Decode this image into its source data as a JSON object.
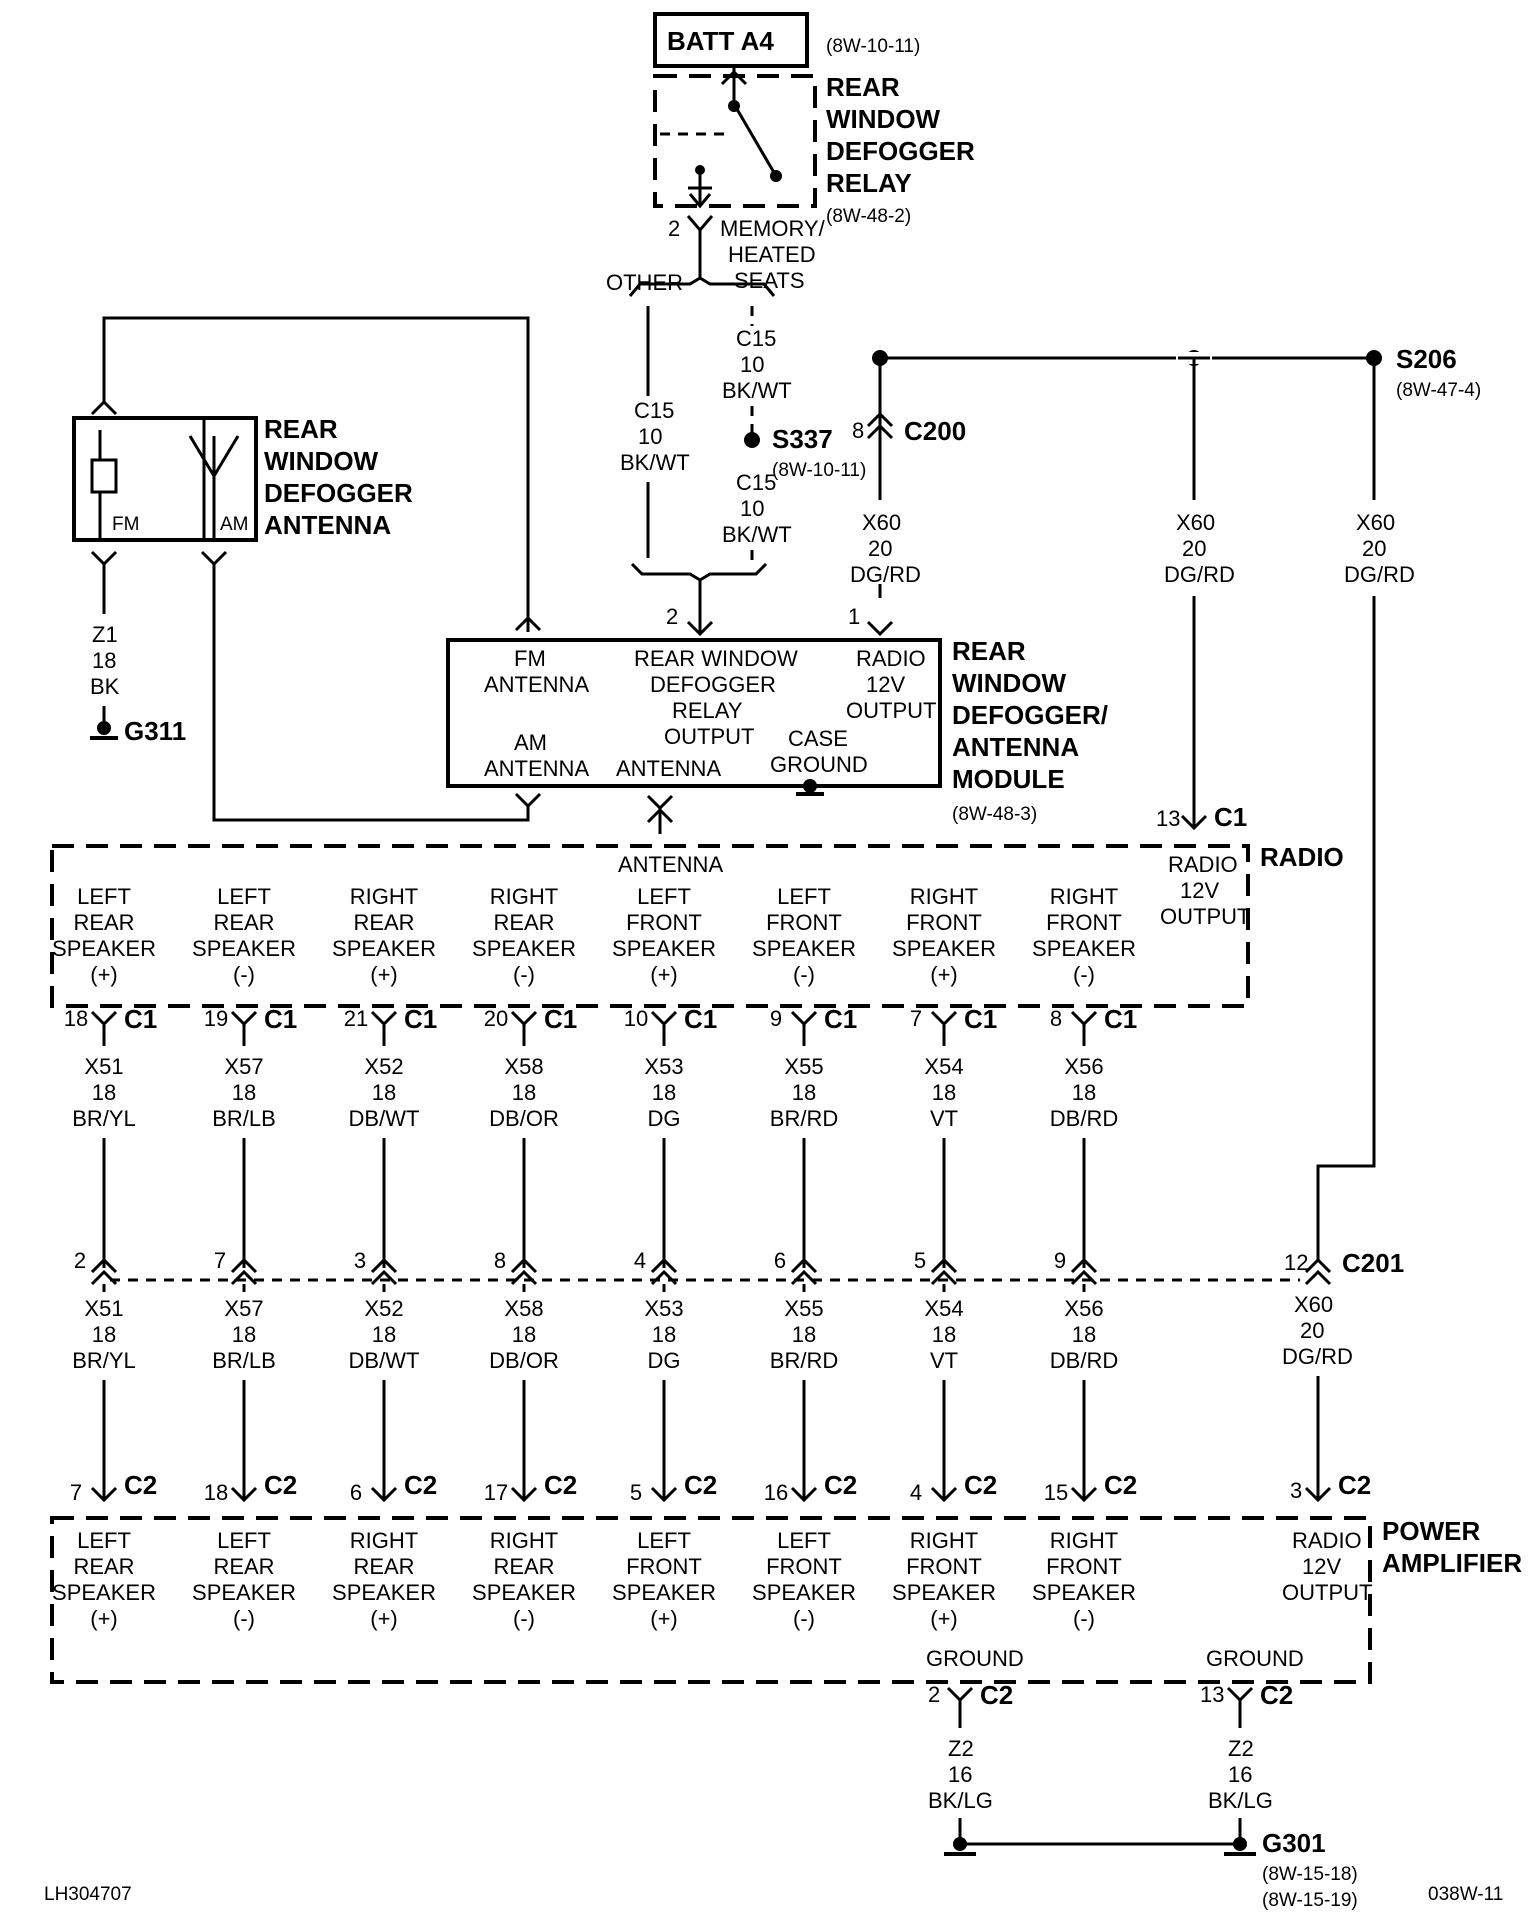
{
  "title_top": {
    "batt": "BATT A4",
    "batt_ref": "(8W-10-11)"
  },
  "relay": {
    "lines": [
      "REAR",
      "WINDOW",
      "DEFOGGER",
      "RELAY"
    ],
    "ref": "(8W-48-2)",
    "pin": "2"
  },
  "branch": {
    "other": "OTHER",
    "memory": [
      "MEMORY/",
      "HEATED",
      "SEATS"
    ]
  },
  "wires": {
    "c15_left": [
      "C15",
      "10",
      "BK/WT"
    ],
    "c15_top": [
      "C15",
      "10",
      "BK/WT"
    ],
    "c15_bot": [
      "C15",
      "10",
      "BK/WT"
    ],
    "x60": [
      "X60",
      "20",
      "DG/RD"
    ],
    "z1": [
      "Z1",
      "18",
      "BK"
    ],
    "z2": [
      "Z2",
      "16",
      "BK/LG"
    ]
  },
  "splices": {
    "s337": "S337",
    "s337_ref": "(8W-10-11)",
    "s206": "S206",
    "s206_ref": "(8W-47-4)"
  },
  "connectors": {
    "c200": "C200",
    "c200_pin": "8",
    "c1": "C1",
    "c2": "C2",
    "c201": "C201"
  },
  "antenna": {
    "lines": [
      "REAR",
      "WINDOW",
      "DEFOGGER",
      "ANTENNA"
    ],
    "fm": "FM",
    "am": "AM"
  },
  "grounds": {
    "g311": "G311",
    "g301": "G301",
    "g301_refs": [
      "(8W-15-18)",
      "(8W-15-19)"
    ]
  },
  "module": {
    "name": [
      "REAR",
      "WINDOW",
      "DEFOGGER/",
      "ANTENNA",
      "MODULE"
    ],
    "ref": "(8W-48-3)",
    "fm_ant": [
      "FM",
      "ANTENNA"
    ],
    "relay_out": [
      "REAR WINDOW",
      "DEFOGGER",
      "RELAY",
      "OUTPUT"
    ],
    "radio_out": [
      "RADIO",
      "12V",
      "OUTPUT"
    ],
    "am_ant": [
      "AM",
      "ANTENNA"
    ],
    "antenna": "ANTENNA",
    "case_ground": [
      "CASE",
      "GROUND"
    ],
    "pin1": "1",
    "pin2": "2"
  },
  "radio": {
    "name": "RADIO",
    "antenna": "ANTENNA",
    "radio_out": [
      "RADIO",
      "12V",
      "OUTPUT"
    ],
    "radio_out_pin": "13",
    "speakers": [
      {
        "lines": [
          "LEFT",
          "REAR",
          "SPEAKER",
          "(+)"
        ],
        "pin": "18",
        "wire": [
          "X51",
          "18",
          "BR/YL"
        ],
        "c201": "2",
        "c2": "7"
      },
      {
        "lines": [
          "LEFT",
          "REAR",
          "SPEAKER",
          "(-)"
        ],
        "pin": "19",
        "wire": [
          "X57",
          "18",
          "BR/LB"
        ],
        "c201": "7",
        "c2": "18"
      },
      {
        "lines": [
          "RIGHT",
          "REAR",
          "SPEAKER",
          "(+)"
        ],
        "pin": "21",
        "wire": [
          "X52",
          "18",
          "DB/WT"
        ],
        "c201": "3",
        "c2": "6"
      },
      {
        "lines": [
          "RIGHT",
          "REAR",
          "SPEAKER",
          "(-)"
        ],
        "pin": "20",
        "wire": [
          "X58",
          "18",
          "DB/OR"
        ],
        "c201": "8",
        "c2": "17"
      },
      {
        "lines": [
          "LEFT",
          "FRONT",
          "SPEAKER",
          "(+)"
        ],
        "pin": "10",
        "wire": [
          "X53",
          "18",
          "DG"
        ],
        "c201": "4",
        "c2": "5"
      },
      {
        "lines": [
          "LEFT",
          "FRONT",
          "SPEAKER",
          "(-)"
        ],
        "pin": "9",
        "wire": [
          "X55",
          "18",
          "BR/RD"
        ],
        "c201": "6",
        "c2": "16"
      },
      {
        "lines": [
          "RIGHT",
          "FRONT",
          "SPEAKER",
          "(+)"
        ],
        "pin": "7",
        "wire": [
          "X54",
          "18",
          "VT"
        ],
        "c201": "5",
        "c2": "4"
      },
      {
        "lines": [
          "RIGHT",
          "FRONT",
          "SPEAKER",
          "(-)"
        ],
        "pin": "8",
        "wire": [
          "X56",
          "18",
          "DB/RD"
        ],
        "c201": "9",
        "c2": "15"
      }
    ]
  },
  "amp": {
    "name": [
      "POWER",
      "AMPLIFIER"
    ],
    "radio_out": [
      "RADIO",
      "12V",
      "OUTPUT"
    ],
    "radio_c201_pin": "12",
    "radio_c2_pin": "3",
    "ground": "GROUND",
    "gnd_pin1": "2",
    "gnd_pin2": "13"
  },
  "footer": {
    "left": "LH304707",
    "right": "038W-11"
  }
}
